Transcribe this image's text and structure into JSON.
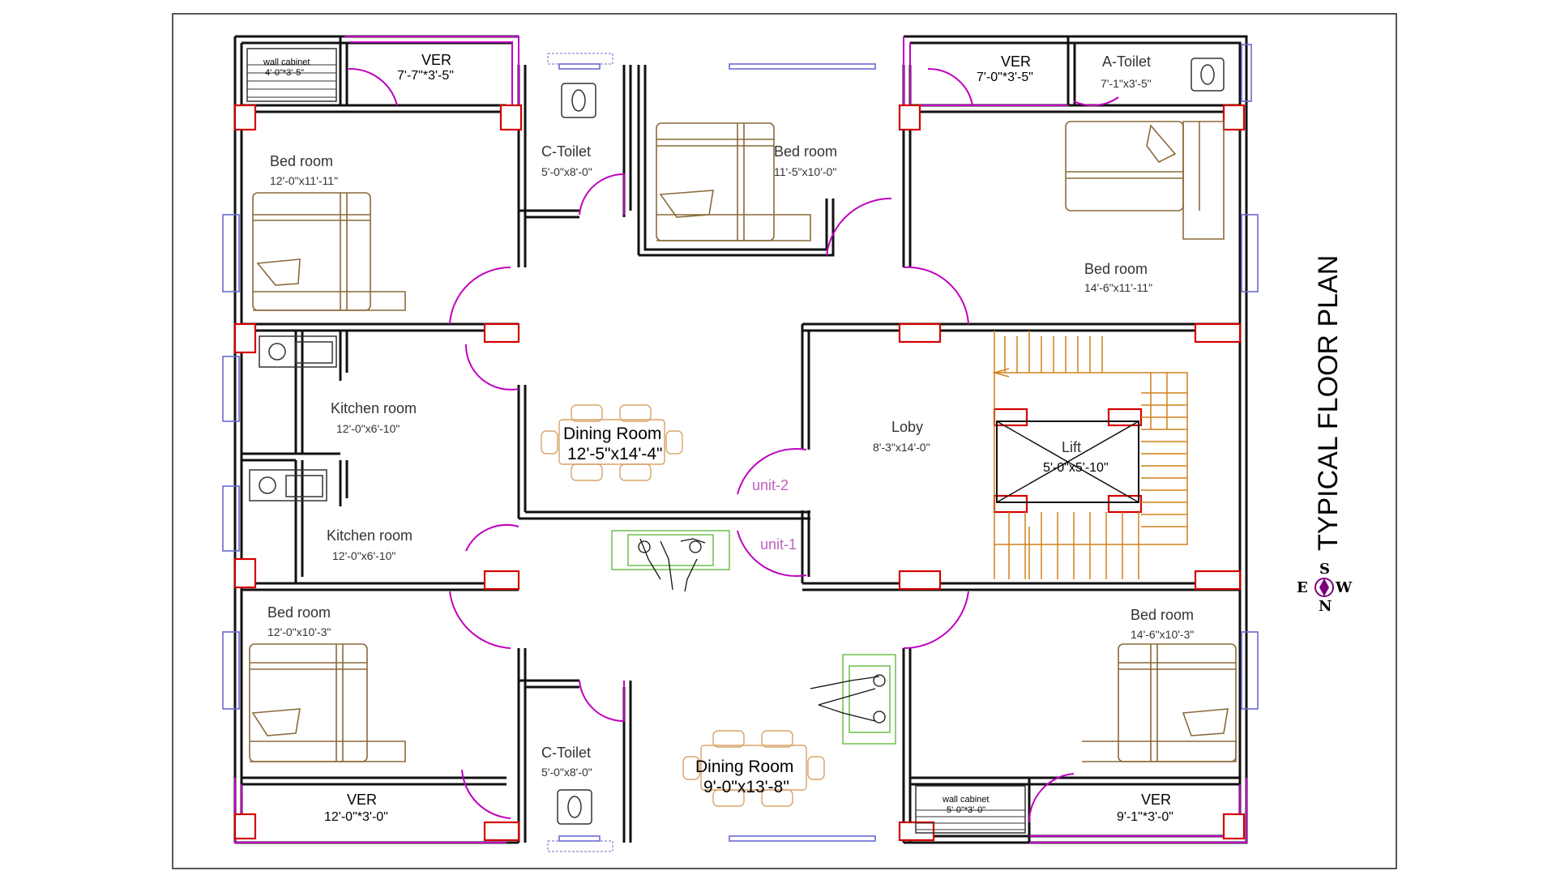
{
  "title": "TYPICAL FLOOR PLAN",
  "compass": {
    "north": "N",
    "south": "S",
    "east": "E",
    "west": "W"
  },
  "units": {
    "unit1": "unit-1",
    "unit2": "unit-2"
  },
  "rooms": {
    "ver_tl": {
      "name": "VER",
      "dim": "7'-7\"*3'-5\""
    },
    "wall_cabinet_tl": {
      "name": "wall cabinet",
      "dim": "4'-0\"*3'-5\""
    },
    "ver_tr": {
      "name": "VER",
      "dim": "7'-0\"*3'-5\""
    },
    "a_toilet": {
      "name": "A-Toilet",
      "dim": "7'-1\"x3'-5\""
    },
    "bed_tl": {
      "name": "Bed room",
      "dim": "12'-0\"x11'-11\""
    },
    "c_toilet_top": {
      "name": "C-Toilet",
      "dim": "5'-0\"x8'-0\""
    },
    "bed_tc": {
      "name": "Bed room",
      "dim": "11'-5\"x10'-0\""
    },
    "bed_tr": {
      "name": "Bed room",
      "dim": "14'-6\"x11'-11\""
    },
    "kitchen_top": {
      "name": "Kitchen room",
      "dim": "12'-0\"x6'-10\""
    },
    "dining_top": {
      "name": "Dining Room",
      "dim": "12'-5\"x14'-4\""
    },
    "loby": {
      "name": "Loby",
      "dim": "8'-3\"x14'-0\""
    },
    "lift": {
      "name": "Lift",
      "dim": "5'-0\"x5'-10\""
    },
    "kitchen_bottom": {
      "name": "Kitchen room",
      "dim": "12'-0\"x6'-10\""
    },
    "bed_bl": {
      "name": "Bed room",
      "dim": "12'-0\"x10'-3\""
    },
    "bed_br": {
      "name": "Bed room",
      "dim": "14'-6\"x10'-3\""
    },
    "c_toilet_bottom": {
      "name": "C-Toilet",
      "dim": "5'-0\"x8'-0\""
    },
    "dining_bottom": {
      "name": "Dining Room",
      "dim": "9'-0\"x13'-8\""
    },
    "ver_bl": {
      "name": "VER",
      "dim": "12'-0\"*3'-0\""
    },
    "wall_cabinet_br": {
      "name": "wall cabinet",
      "dim": "5'-0\"*3'-0\""
    },
    "ver_br": {
      "name": "VER",
      "dim": "9'-1\"*3'-0\""
    }
  },
  "colors": {
    "walls": "#111111",
    "columns": "#d40000",
    "doors": "#c000c0",
    "windows": "#6b6bd1",
    "furniture": "#8a6a3a",
    "stairs": "#d2801c",
    "sofa": "#6fbf4a"
  }
}
